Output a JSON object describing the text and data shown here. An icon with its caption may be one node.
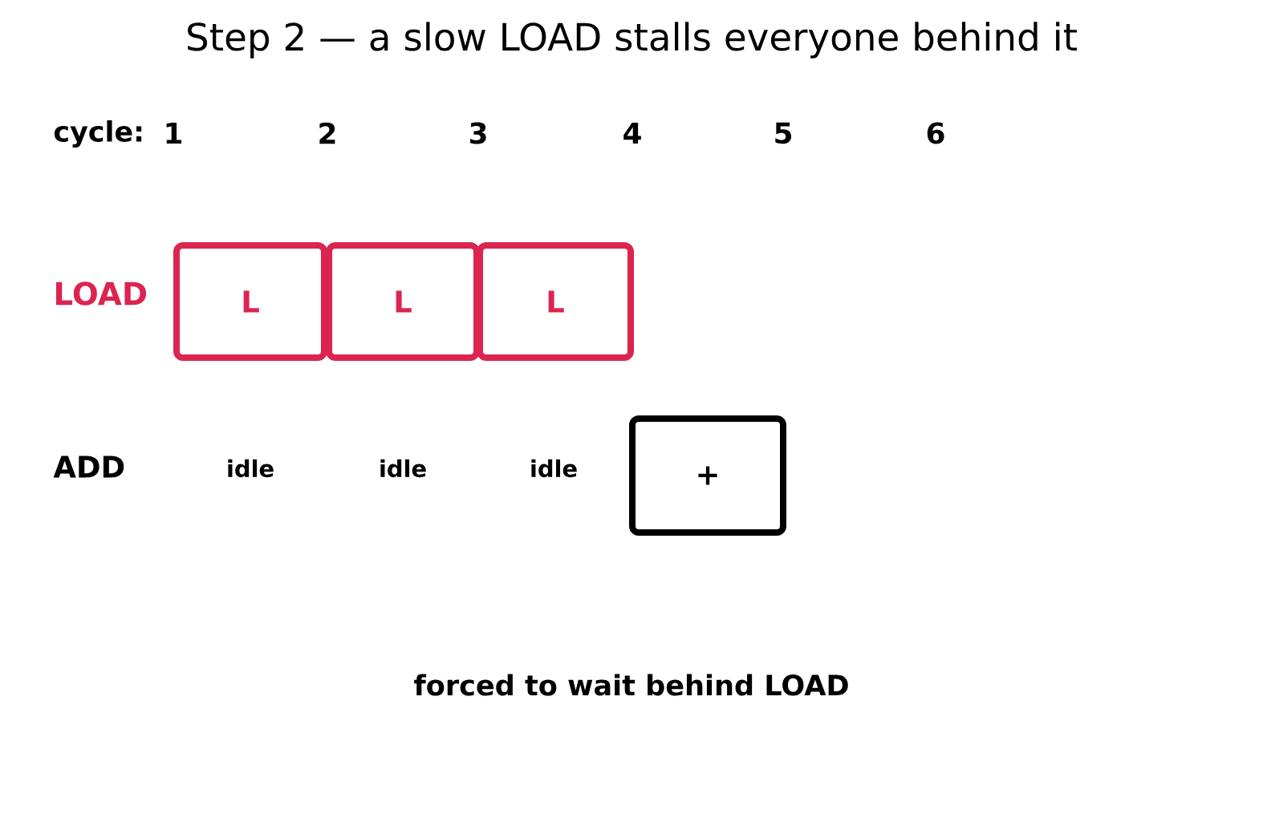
{
  "diagram": {
    "title": "Step 2 — a slow LOAD stalls everyone behind it",
    "nodes": [
      {
        "text": [
          "L"
        ]
      },
      {
        "text": [
          "L"
        ]
      },
      {
        "text": [
          "L"
        ]
      },
      {
        "text": [
          "+"
        ]
      }
    ],
    "labels": [
      "cycle:",
      "1",
      "2",
      "3",
      "4",
      "5",
      "6",
      "LOAD",
      "ADD",
      "idle",
      "idle",
      "idle",
      "forced to wait behind LOAD"
    ]
  }
}
